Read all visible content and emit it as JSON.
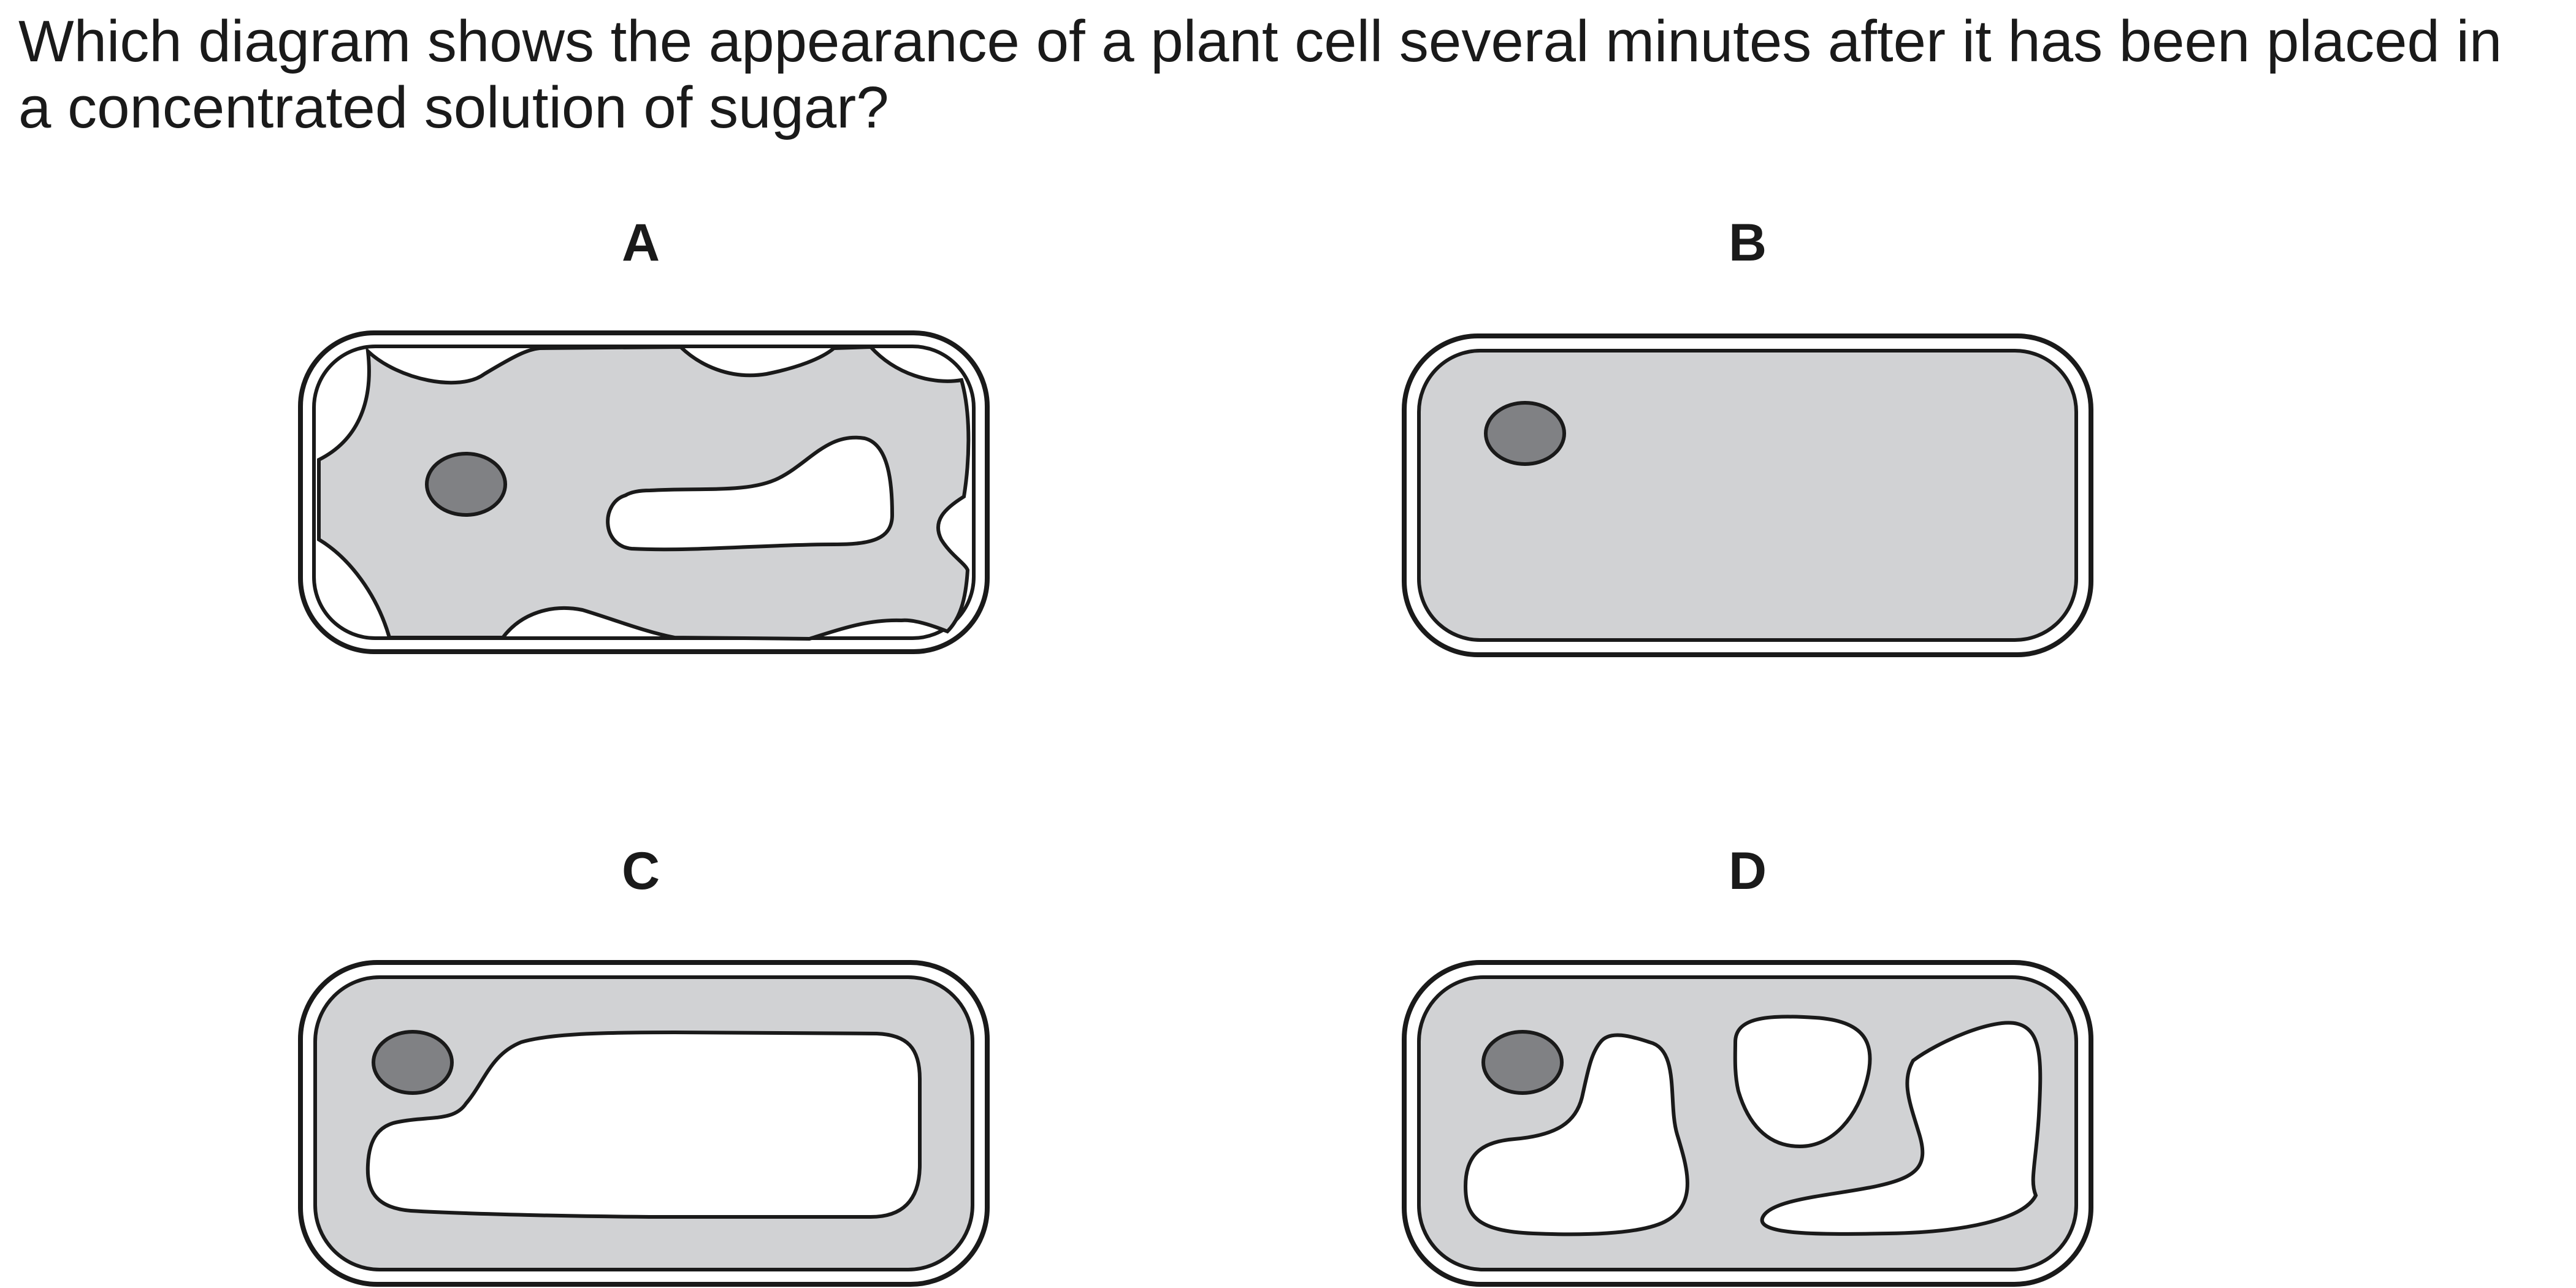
{
  "question": "Which diagram shows the appearance of a plant cell several minutes after it has been placed in a concentrated solution of sugar?",
  "options": {
    "a": "A",
    "b": "B",
    "c": "C",
    "d": "D"
  },
  "colors": {
    "cytoplasm": "#d1d2d4",
    "nucleus": "#808184",
    "outline": "#1a1a1a"
  }
}
